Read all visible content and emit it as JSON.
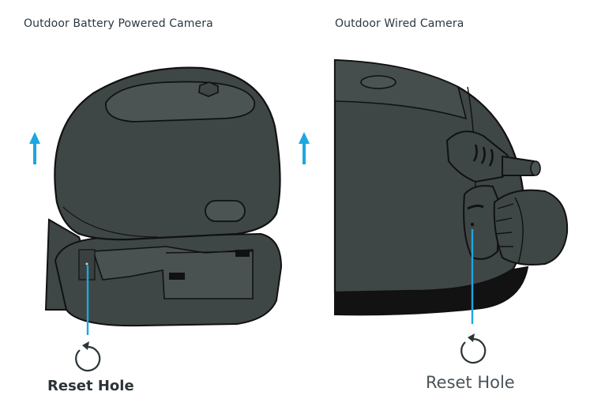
{
  "panels": [
    {
      "title": "Outdoor Battery Powered Camera",
      "reset_label": "Reset Hole"
    },
    {
      "title": "Outdoor Wired Camera",
      "reset_label": "Reset Hole"
    }
  ],
  "colors": {
    "camera_body": "#3f4646",
    "camera_outline": "#111111",
    "arrow_blue": "#1ea6e0",
    "leader_blue": "#1ea6e0",
    "base_black": "#121212",
    "text": "#2c3840"
  },
  "icons": [
    "arrow-up-icon",
    "rotate-reset-icon"
  ]
}
